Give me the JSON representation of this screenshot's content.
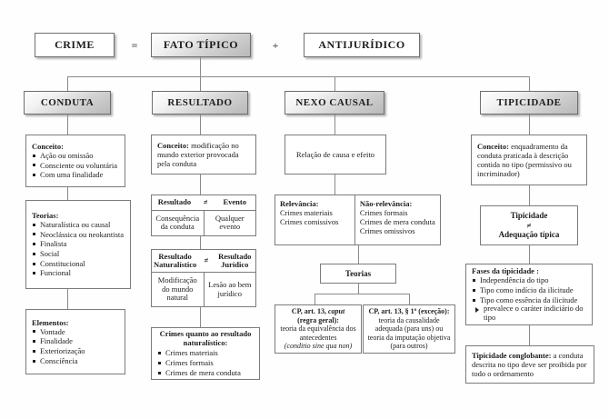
{
  "diagram": {
    "title_row": {
      "crime": "CRIME",
      "eq": "=",
      "fato_tipico": "FATO TÍPICO",
      "plus": "+",
      "antijuridico": "ANTIJURÍDICO"
    },
    "columns": [
      {
        "header": "CONDUTA",
        "conceito": {
          "label": "Conceito:",
          "items": [
            "Ação ou omissão",
            "Consciente ou voluntária",
            "Com uma finalidade"
          ]
        },
        "teorias": {
          "label": "Teorias:",
          "items": [
            "Naturalística ou causal",
            "Neoclássica ou neokantista",
            "Finalista",
            "Social",
            "Constitucional",
            "Funcional"
          ]
        },
        "elementos": {
          "label": "Elementos:",
          "items": [
            "Vontade",
            "Finalidade",
            "Exteriorização",
            "Consciência"
          ]
        }
      },
      {
        "header": "RESULTADO",
        "conceito": {
          "label": "Conceito:",
          "text": "modificação no mundo exterior provocada pela conduta"
        },
        "resultado_evento": {
          "title_left": "Resultado",
          "title_sign": "≠",
          "title_right": "Evento",
          "cell_left": "Consequência da conduta",
          "cell_right": "Qualquer evento"
        },
        "nat_jur": {
          "title_left": "Resultado Naturalístico",
          "title_sign": "≠",
          "title_right": "Resultado Jurídico",
          "cell_left": "Modificação do mundo natural",
          "cell_right": "Lesão ao bem jurídico"
        },
        "crimes": {
          "label": "Crimes quanto ao resultado naturalístico:",
          "items": [
            "Crimes materiais",
            "Crimes formais",
            "Crimes de mera conduta"
          ]
        }
      },
      {
        "header": "NEXO CAUSAL",
        "relacao": "Relação de causa e efeito",
        "relevancia": {
          "label": "Relevância:",
          "items": [
            "Crimes materiais",
            "Crimes comissivos"
          ]
        },
        "nao_relevancia": {
          "label": "Não-relevância:",
          "items": [
            "Crimes formais",
            "Crimes de mera conduta",
            "Crimes omissivos"
          ]
        },
        "teorias_label": "Teorias",
        "caput": {
          "head": "CP, art. 13, ",
          "head_italic": "caput",
          "head2": "(regra geral):",
          "body": "teoria da equivalência dos antecedentes",
          "body_italic": "(conditio sine qua non)"
        },
        "par1": {
          "head": "CP, art. 13, § 1º (exceção):",
          "body": "teoria da causalidade adequada (para uns) ou teoria da imputação objetiva (para outros)"
        }
      },
      {
        "header": "TIPICIDADE",
        "conceito": {
          "label": "Conceito:",
          "text": "enquadramento da conduta praticada à descrição contida no tipo (permissivo ou incriminador)"
        },
        "tip_adeq": {
          "line1": "Tipicidade",
          "sign": "≠",
          "line2": "Adequação típica"
        },
        "fases": {
          "label": "Fases da tipicidade :",
          "items": [
            "Independência do tipo",
            "Tipo como indício da ilicitude",
            "Tipo como essência da ilicitude"
          ],
          "sub": "prevalece o caráter indiciário do tipo"
        },
        "conglobante": {
          "label": "Tipicidade conglobante:",
          "text": "a conduta descrita no tipo deve ser proibida por todo o ordenamento"
        }
      }
    ],
    "colors": {
      "header_fill_light": "#f2f2f2",
      "header_fill_dark": "#b9b9b9",
      "border": "#6e6e6e",
      "connector": "#8a8a8a",
      "text": "#1c1c1c"
    }
  }
}
